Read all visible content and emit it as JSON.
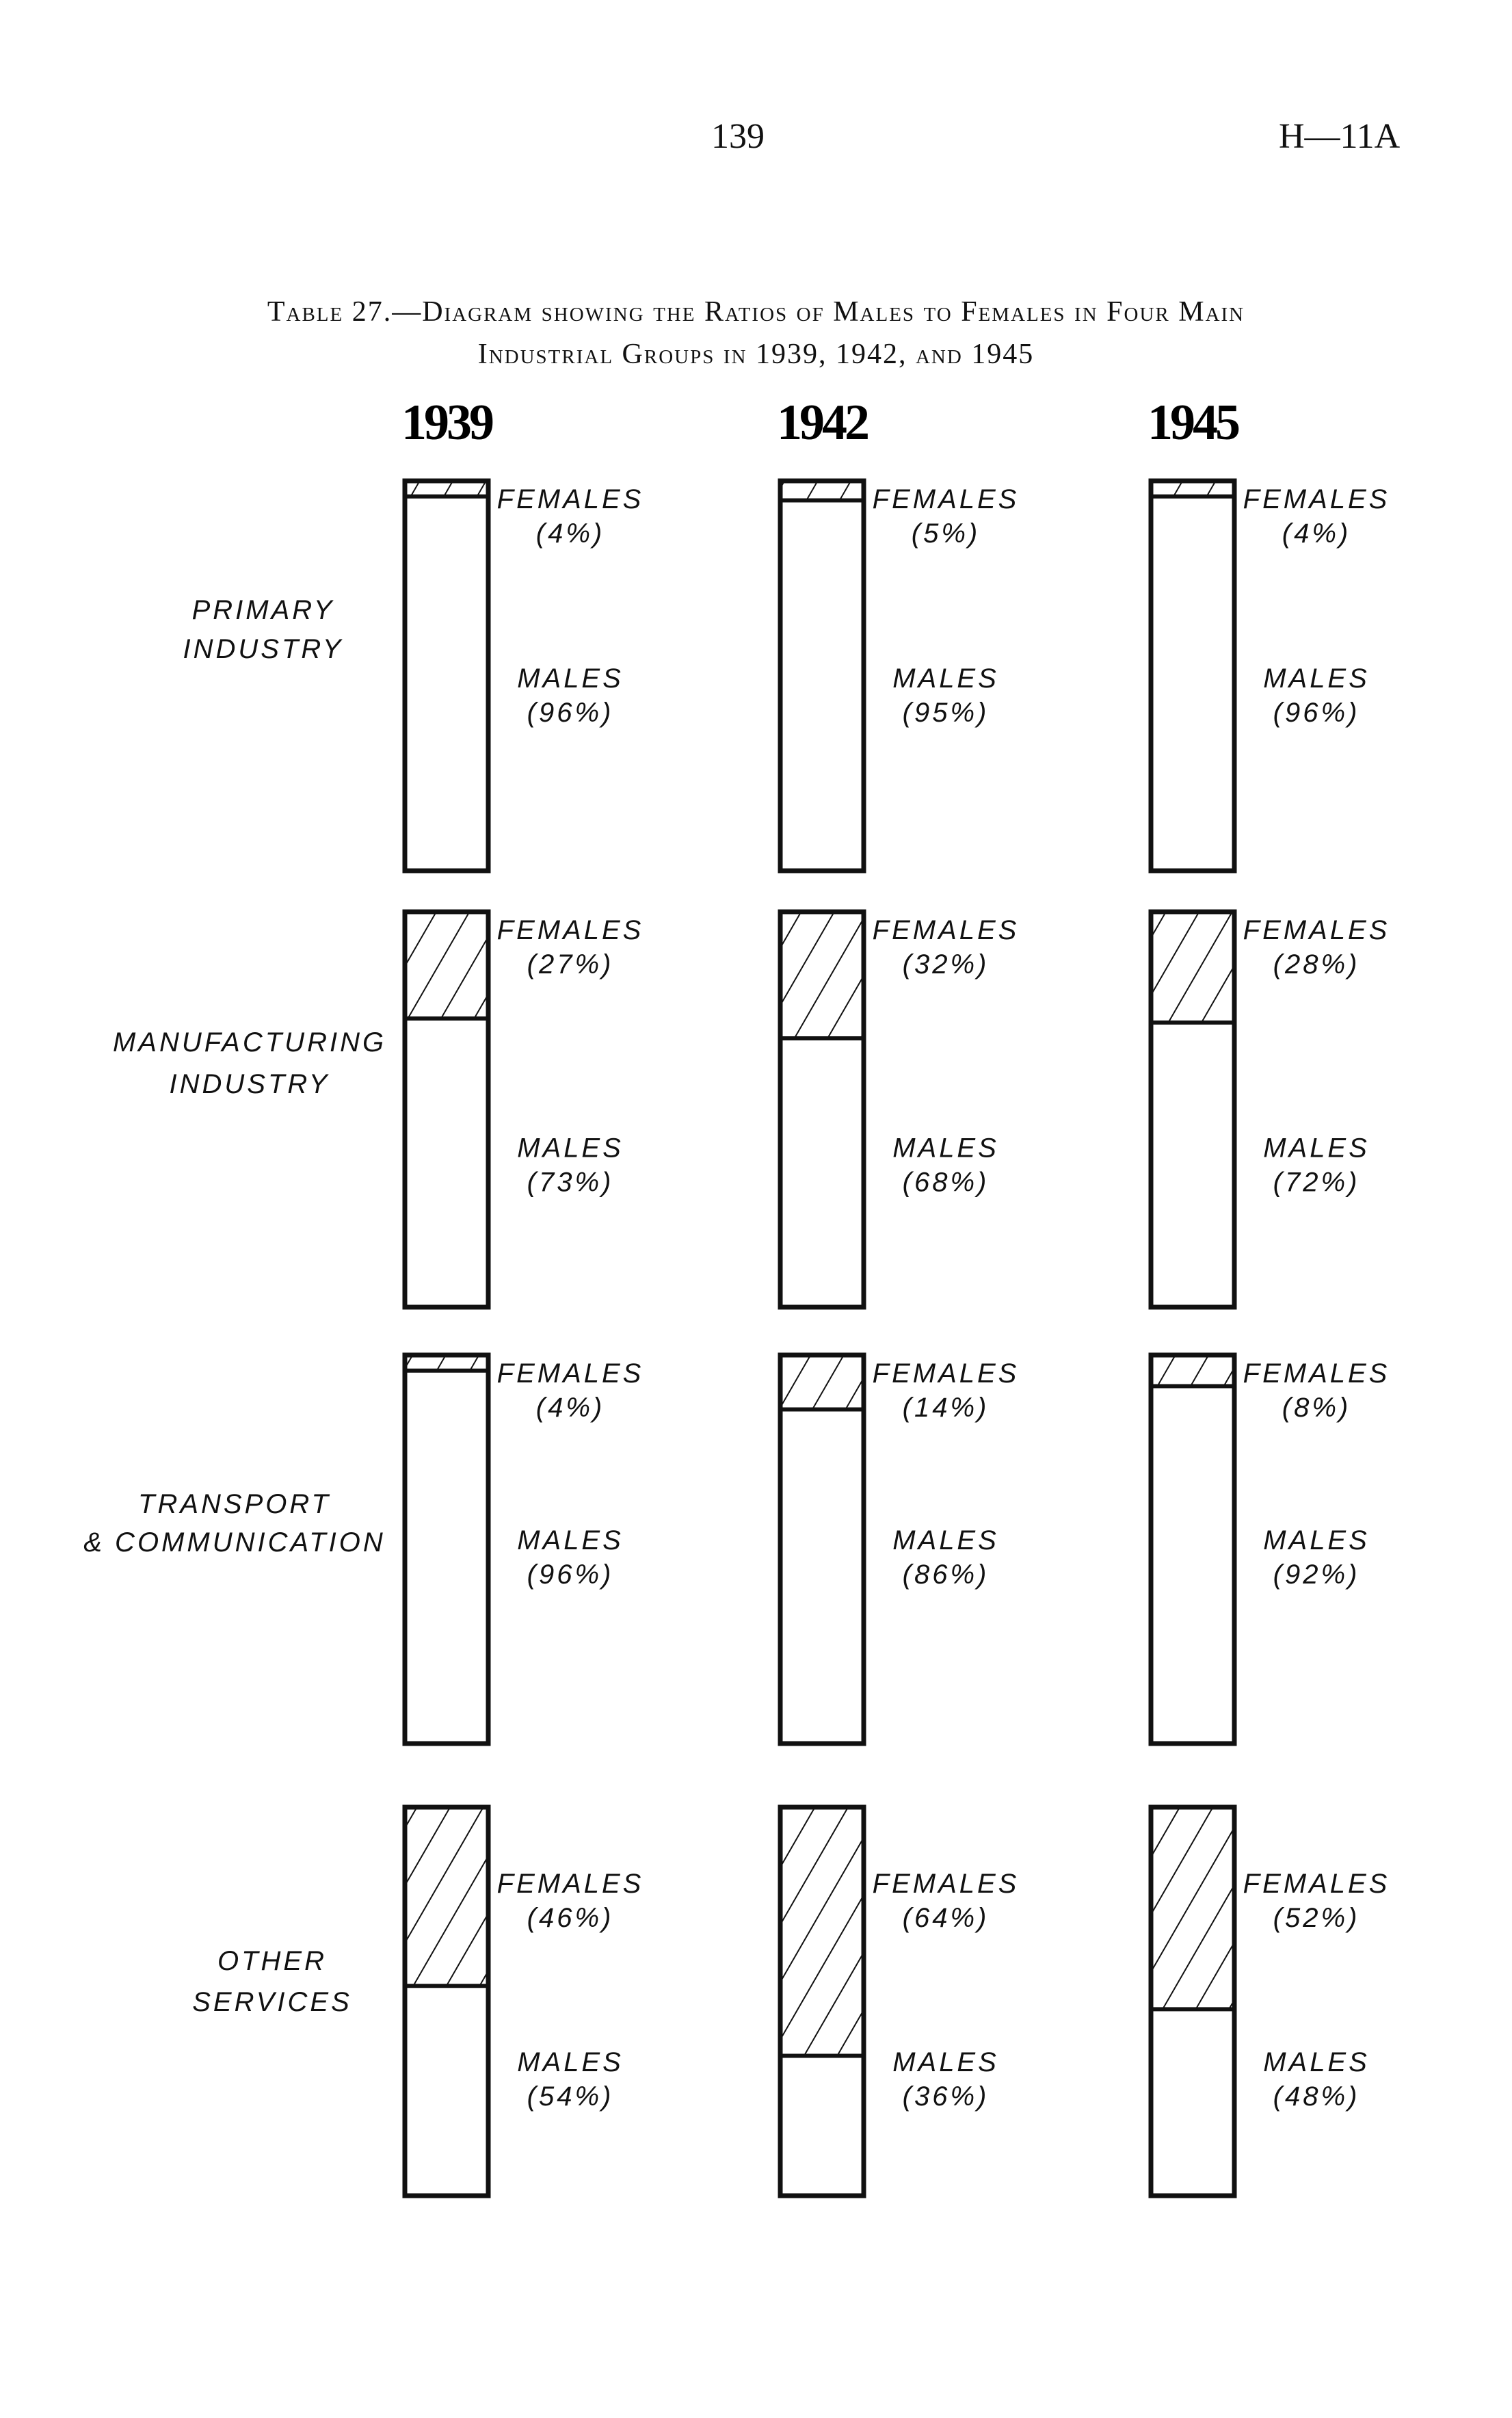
{
  "header": {
    "page_number": "139",
    "reference": "H—11A"
  },
  "title": {
    "line1": "Table 27.—Diagram showing the Ratios of Males to Females in Four Main",
    "line2": "Industrial Groups in 1939, 1942, and 1945"
  },
  "chart_data": {
    "type": "bar",
    "stacked": true,
    "title": "Diagram showing the Ratios of Males to Females in Four Main Industrial Groups in 1939, 1942, and 1945",
    "years": [
      "1939",
      "1942",
      "1945"
    ],
    "groups": [
      {
        "label_lines": [
          "PRIMARY",
          "INDUSTRY"
        ],
        "females": [
          4,
          5,
          4
        ],
        "males": [
          96,
          95,
          96
        ]
      },
      {
        "label_lines": [
          "MANUFACTURING",
          "INDUSTRY"
        ],
        "females": [
          27,
          32,
          28
        ],
        "males": [
          73,
          68,
          72
        ]
      },
      {
        "label_lines": [
          "TRANSPORT",
          "& COMMUNICATION"
        ],
        "females": [
          4,
          14,
          8
        ],
        "males": [
          96,
          86,
          92
        ]
      },
      {
        "label_lines": [
          "OTHER",
          "SERVICES"
        ],
        "females": [
          46,
          64,
          52
        ],
        "males": [
          54,
          36,
          48
        ]
      }
    ],
    "series_labels": {
      "females": "FEMALES",
      "males": "MALES"
    },
    "females_fill": "hatched",
    "males_fill": "#ffffff",
    "ylim": [
      0,
      100
    ]
  }
}
